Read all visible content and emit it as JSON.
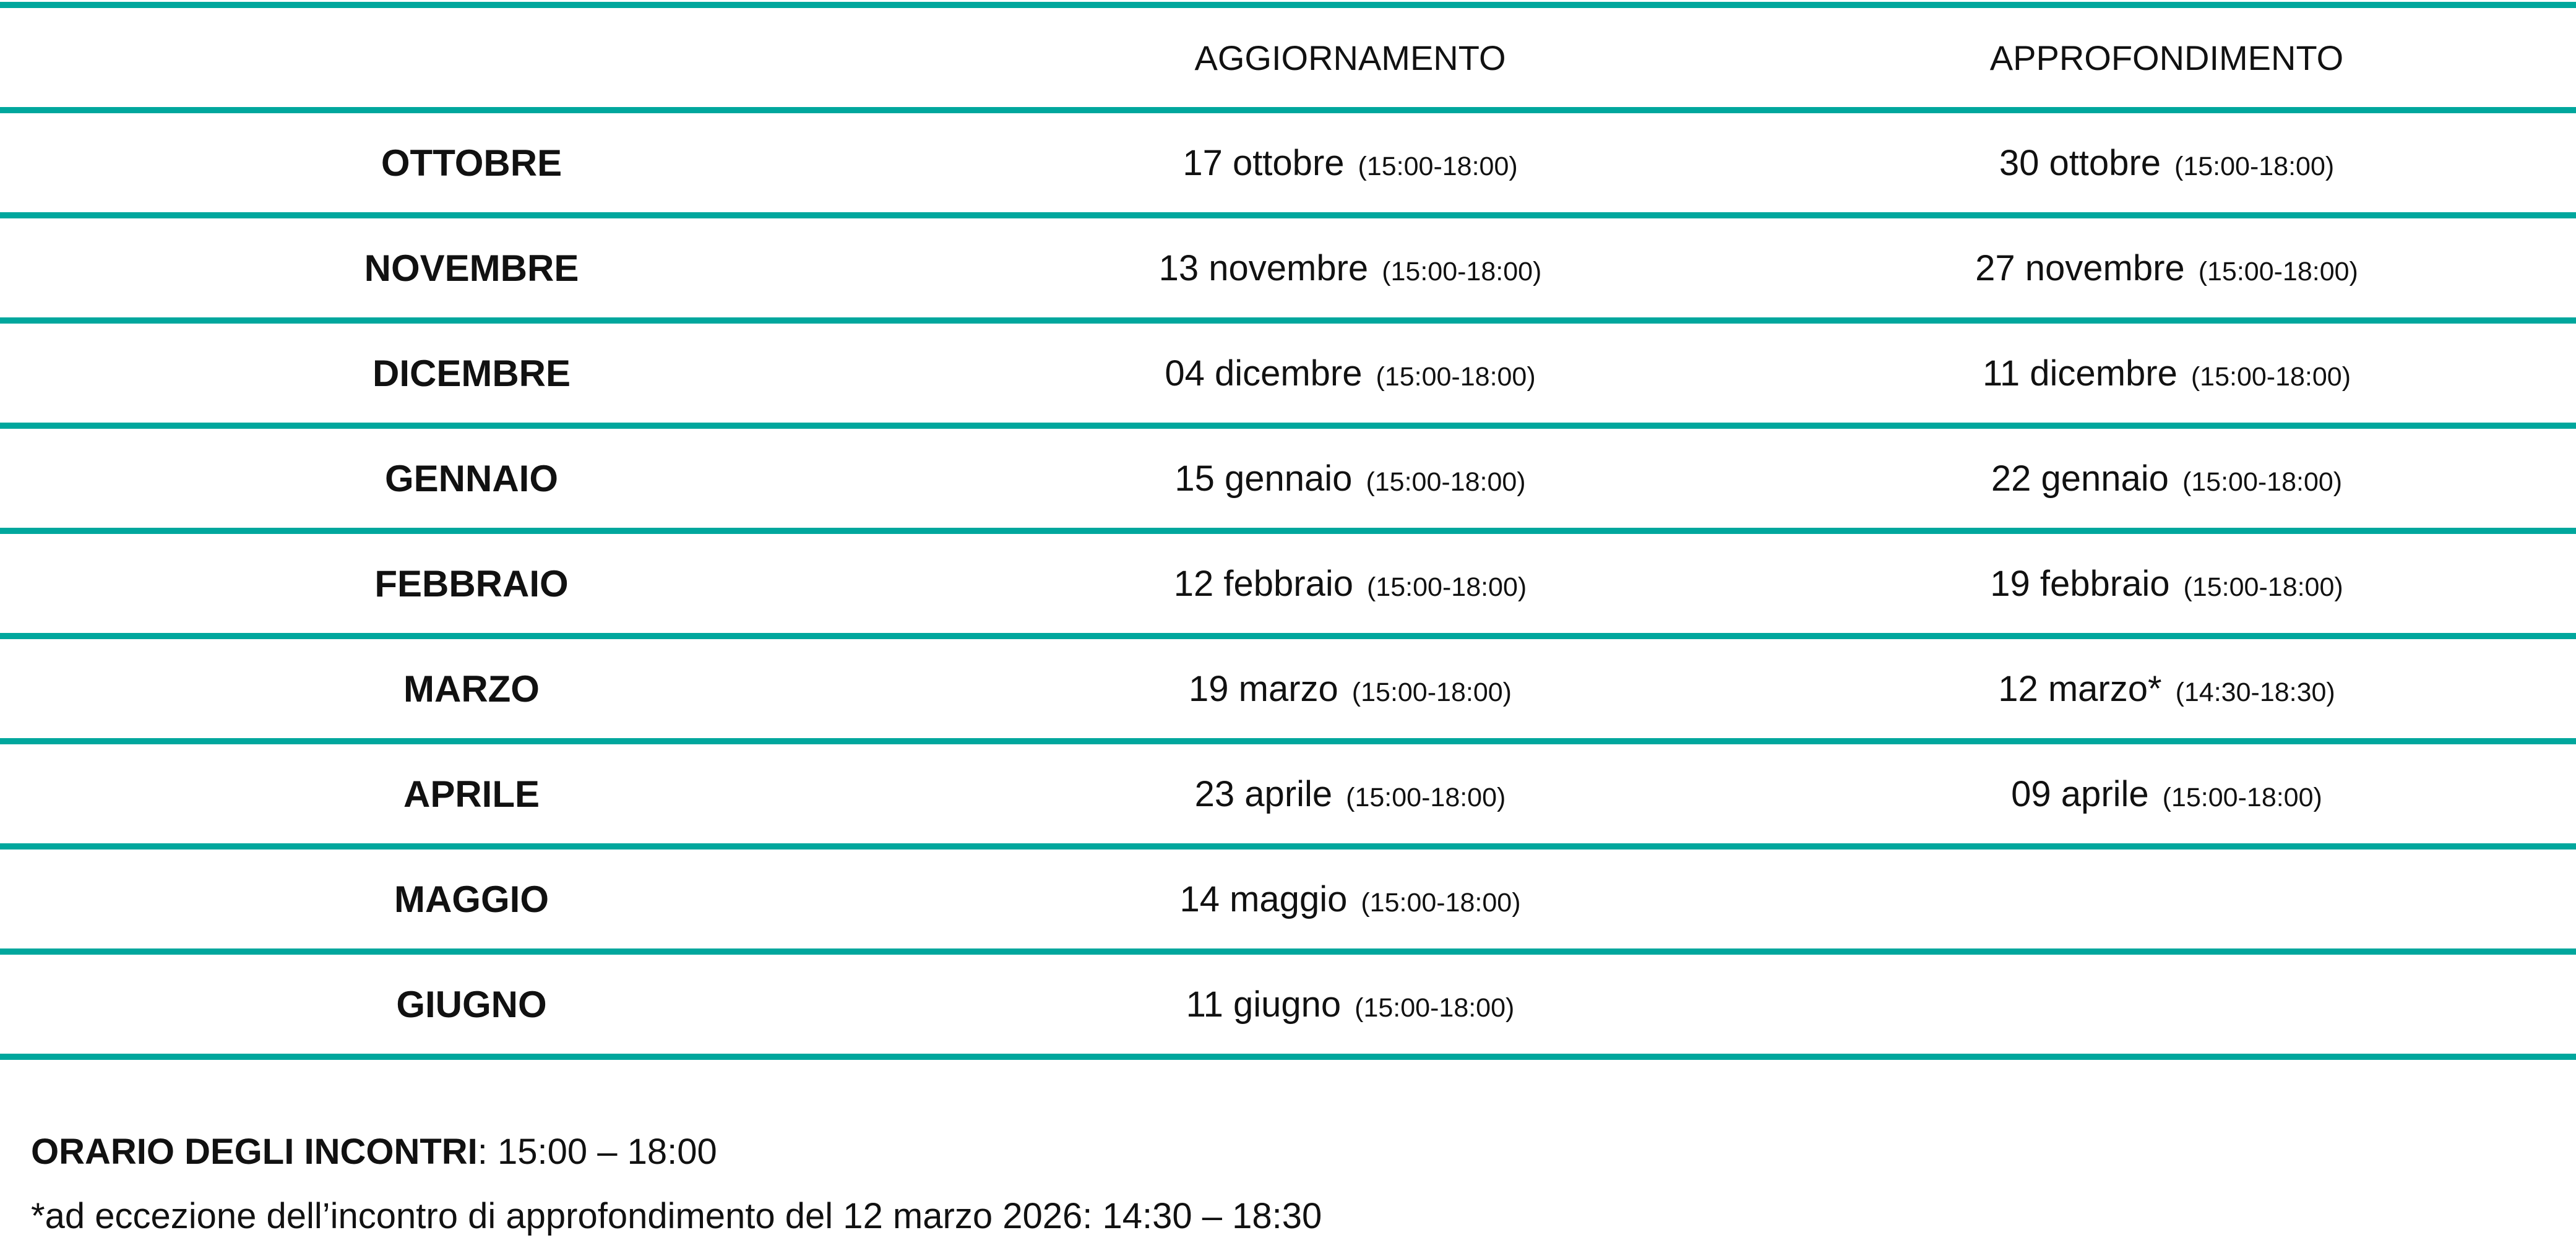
{
  "header": {
    "col1": "",
    "col2": "AGGIORNAMENTO",
    "col3": "APPROFONDIMENTO"
  },
  "rows": [
    {
      "month": "OTTOBRE",
      "agg_date": "17 ottobre",
      "agg_time": "(15:00-18:00)",
      "app_date": "30 ottobre",
      "app_time": "(15:00-18:00)"
    },
    {
      "month": "NOVEMBRE",
      "agg_date": "13 novembre",
      "agg_time": "(15:00-18:00)",
      "app_date": "27 novembre",
      "app_time": "(15:00-18:00)"
    },
    {
      "month": "DICEMBRE",
      "agg_date": "04 dicembre",
      "agg_time": "(15:00-18:00)",
      "app_date": "11 dicembre",
      "app_time": "(15:00-18:00)"
    },
    {
      "month": "GENNAIO",
      "agg_date": "15 gennaio",
      "agg_time": "(15:00-18:00)",
      "app_date": "22 gennaio",
      "app_time": "(15:00-18:00)"
    },
    {
      "month": "FEBBRAIO",
      "agg_date": "12 febbraio",
      "agg_time": "(15:00-18:00)",
      "app_date": "19 febbraio",
      "app_time": "(15:00-18:00)"
    },
    {
      "month": "MARZO",
      "agg_date": "19 marzo",
      "agg_time": "(15:00-18:00)",
      "app_date": "12 marzo*",
      "app_time": "(14:30-18:30)"
    },
    {
      "month": "APRILE",
      "agg_date": "23 aprile",
      "agg_time": "(15:00-18:00)",
      "app_date": "09 aprile",
      "app_time": "(15:00-18:00)"
    },
    {
      "month": "MAGGIO",
      "agg_date": "14 maggio",
      "agg_time": "(15:00-18:00)",
      "app_date": "",
      "app_time": ""
    },
    {
      "month": "GIUGNO",
      "agg_date": "11 giugno",
      "agg_time": "(15:00-18:00)",
      "app_date": "",
      "app_time": ""
    }
  ],
  "footer": {
    "label": "ORARIO DEGLI INCONTRI",
    "hours": ": 15:00 – 18:00",
    "note": "*ad eccezione dell’incontro di approfondimento del 12 marzo 2026: 14:30 – 18:30"
  },
  "colors": {
    "rule": "#00a79d",
    "text": "#111111"
  }
}
